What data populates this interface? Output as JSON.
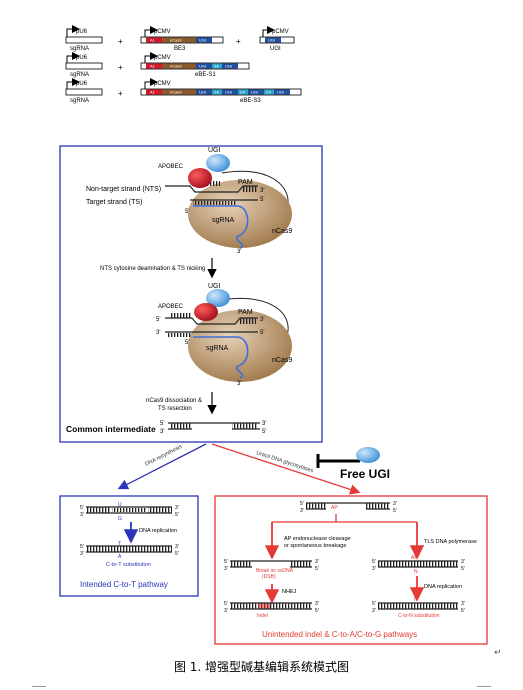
{
  "constructs": {
    "row1": {
      "promoter": "pU6",
      "guide": "sgRNA",
      "promoter2": "pCMV",
      "name": "BE3",
      "promoter3": "pCMV",
      "name3": "UGI"
    },
    "row2": {
      "promoter": "pU6",
      "guide": "sgRNA",
      "promoter2": "pCMV",
      "name": "eBE-S1"
    },
    "row3": {
      "promoter": "pU6",
      "guide": "sgRNA",
      "promoter2": "pCMV",
      "name": "eBE-S3"
    },
    "plus": "+",
    "seg_apobec": "A1",
    "seg_cas9": "nCas9",
    "seg_ugi": "UGI",
    "seg_2a": "2A"
  },
  "panel": {
    "ugi": "UGI",
    "apobec": "APOBEC",
    "nts": "Non-target strand (NTS)",
    "ts": "Target strand (TS)",
    "pam": "PAM",
    "sgrna": "sgRNA",
    "ncas9": "nCas9",
    "step1": "NTS cytosine deamination & TS nicking",
    "step2a": "nCas9 dissociation &",
    "step2b": "TS resection",
    "common": "Common intermediate",
    "five": "5'",
    "three": "3'"
  },
  "branches": {
    "left_arrow": "DNA resynthesis",
    "right_arrow": "Uracil DNA glycosylases",
    "free_ugi": "Free UGI"
  },
  "left_box": {
    "replication": "DNA replication",
    "substitution": "C-to-T substitution",
    "title": "Intended C-to-T pathway",
    "u": "U",
    "a": "A",
    "t": "T",
    "g": "G"
  },
  "right_box": {
    "ap": "AP",
    "cleavage_a": "AP endonuclease cleavage",
    "cleavage_b": "or spontaneous breakage",
    "tls": "TLS DNA polymerase",
    "break_a": "Break on ssDNA",
    "break_b": "(DSB)",
    "nhej": "NHEJ",
    "replication": "DNA replication",
    "indel": "Indel",
    "c_to_n": "C-to-N substitution",
    "title": "Unintended indel & C-to-A/C-to-G pathways",
    "n": "N"
  },
  "caption": "图 1. 增强型碱基编辑系统模式图",
  "para_mark": "↵",
  "colors": {
    "blue": "#2b34b8",
    "red": "#e53935",
    "apobec": "#d0192b",
    "cas9": "#a0784a",
    "ugi": "#5aa9e8",
    "seg_red": "#d0192b",
    "seg_brown": "#8a5a2b",
    "seg_blue": "#1f4fa0",
    "seg_cyan": "#2aa6c6"
  }
}
